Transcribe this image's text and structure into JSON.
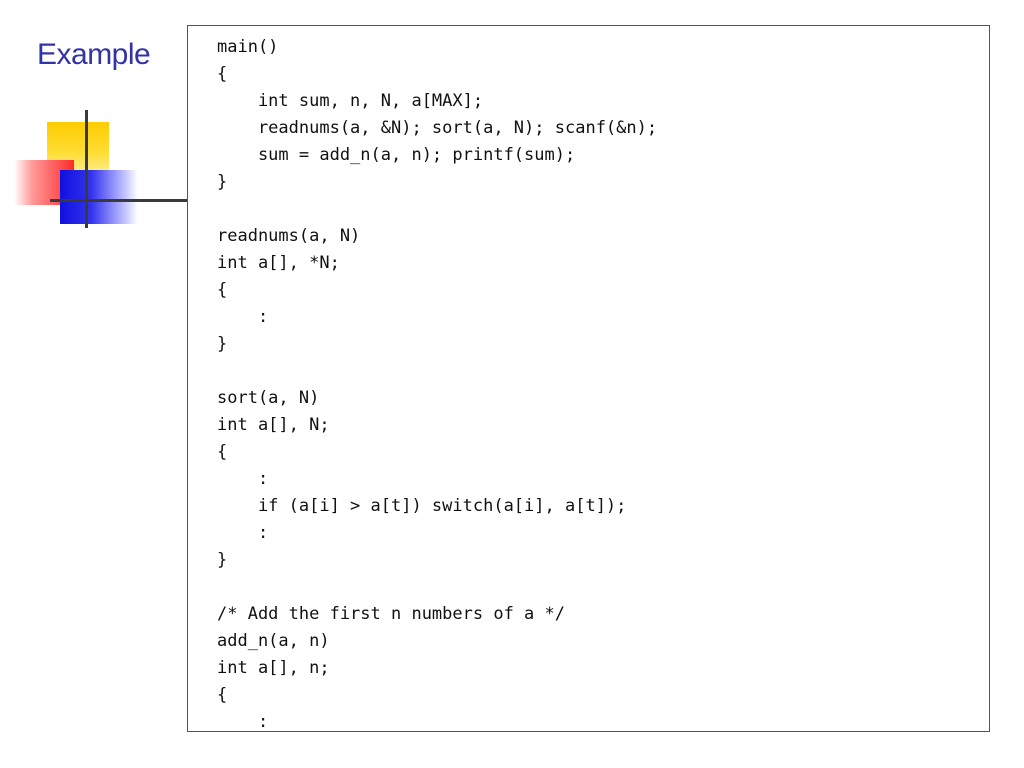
{
  "slide": {
    "title": "Example"
  },
  "logo": {
    "icon": "four-squares-logo-icon",
    "colors": {
      "yellow": "#ffcc00",
      "red": "#ff2a2a",
      "blue": "#1010e0",
      "line": "#3a3a3a"
    }
  },
  "code": {
    "lines": [
      "main()",
      "{",
      "    int sum, n, N, a[MAX];",
      "    readnums(a, &N); sort(a, N); scanf(&n);",
      "    sum = add_n(a, n); printf(sum);",
      "}",
      "",
      "readnums(a, N)",
      "int a[], *N;",
      "{",
      "    :",
      "}",
      "",
      "sort(a, N)",
      "int a[], N;",
      "{",
      "    :",
      "    if (a[i] > a[t]) switch(a[i], a[t]);",
      "    :",
      "}",
      "",
      "/* Add the first n numbers of a */",
      "add_n(a, n)",
      "int a[], n;",
      "{",
      "    :"
    ]
  },
  "colors": {
    "title": "#3333a8",
    "border": "#555555",
    "text": "#111111"
  }
}
